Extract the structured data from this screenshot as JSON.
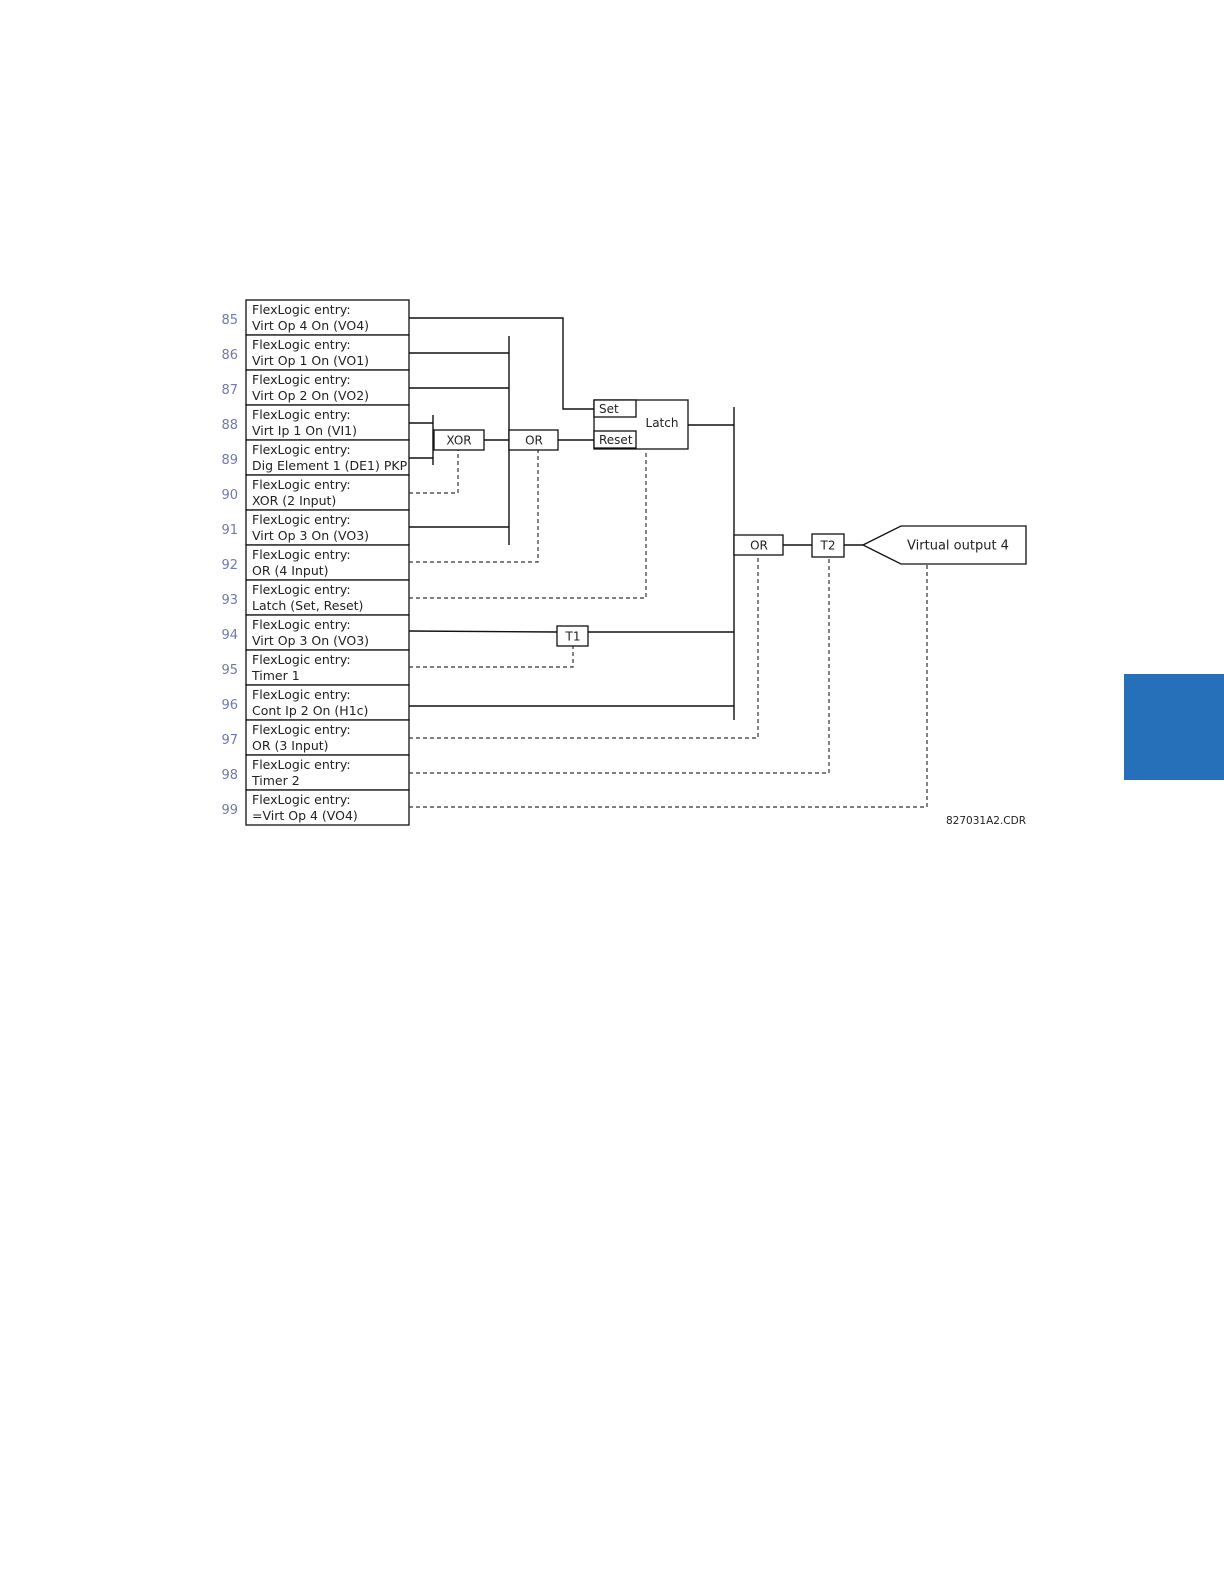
{
  "diagram": {
    "entries": [
      {
        "num": "85",
        "line1": "FlexLogic entry:",
        "line2": "Virt Op 4 On (VO4)"
      },
      {
        "num": "86",
        "line1": "FlexLogic entry:",
        "line2": "Virt Op 1 On (VO1)"
      },
      {
        "num": "87",
        "line1": "FlexLogic entry:",
        "line2": "Virt Op 2 On (VO2)"
      },
      {
        "num": "88",
        "line1": "FlexLogic entry:",
        "line2": "Virt Ip 1 On (VI1)"
      },
      {
        "num": "89",
        "line1": "FlexLogic entry:",
        "line2": "Dig Element 1 (DE1) PKP"
      },
      {
        "num": "90",
        "line1": "FlexLogic entry:",
        "line2": "XOR (2 Input)"
      },
      {
        "num": "91",
        "line1": "FlexLogic entry:",
        "line2": "Virt Op 3 On (VO3)"
      },
      {
        "num": "92",
        "line1": "FlexLogic entry:",
        "line2": "OR (4 Input)"
      },
      {
        "num": "93",
        "line1": "FlexLogic entry:",
        "line2": "Latch (Set, Reset)"
      },
      {
        "num": "94",
        "line1": "FlexLogic entry:",
        "line2": "Virt Op 3 On (VO3)"
      },
      {
        "num": "95",
        "line1": "FlexLogic entry:",
        "line2": "Timer 1"
      },
      {
        "num": "96",
        "line1": "FlexLogic entry:",
        "line2": "Cont Ip 2 On (H1c)"
      },
      {
        "num": "97",
        "line1": "FlexLogic entry:",
        "line2": "OR (3 Input)"
      },
      {
        "num": "98",
        "line1": "FlexLogic entry:",
        "line2": "Timer 2"
      },
      {
        "num": "99",
        "line1": "FlexLogic entry:",
        "line2": "=Virt Op 4 (VO4)"
      }
    ],
    "gates": {
      "xor": "XOR",
      "or4": "OR",
      "latch_set": "Set",
      "latch_reset": "Reset",
      "latch": "Latch",
      "or3": "OR",
      "t1": "T1",
      "t2": "T2",
      "output": "Virtual output 4"
    },
    "figure_code": "827031A2.CDR"
  },
  "colors": {
    "side_tab": "#2670b9",
    "row_numbers": "#6e7ab0"
  }
}
